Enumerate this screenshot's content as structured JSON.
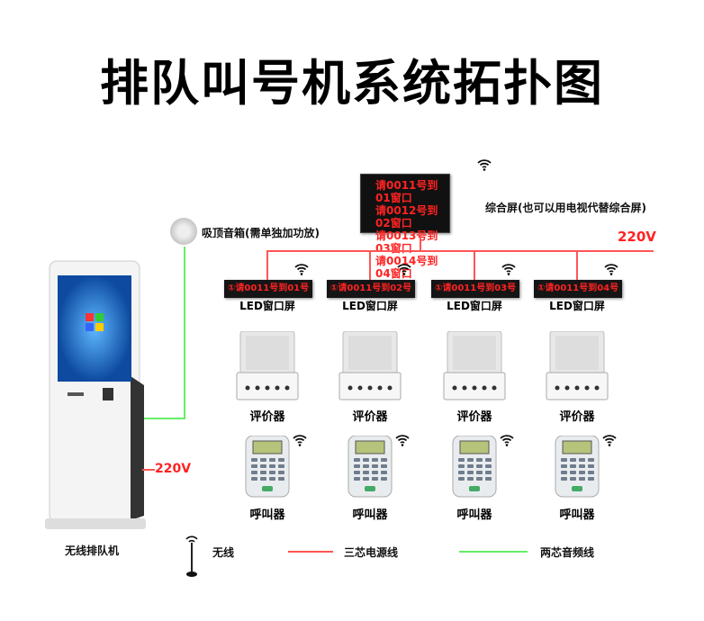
{
  "title": "排队叫号机系统拓扑图",
  "speaker_label": "吸顶音箱(需单独加功放)",
  "main_screen": {
    "lines": [
      "请0011号到01窗口",
      "请0012号到02窗口",
      "请0013号到03窗口",
      "请0014号到04窗口"
    ],
    "label": "综合屏(也可以用电视代替综合屏)"
  },
  "voltage_top": "220V",
  "voltage_kiosk": "220V",
  "windows": [
    {
      "led_text": "①请0011号到01号",
      "led_label": "LED窗口屏",
      "eval_label": "评价器",
      "caller_label": "呼叫器"
    },
    {
      "led_text": "①请0011号到02号",
      "led_label": "LED窗口屏",
      "eval_label": "评价器",
      "caller_label": "呼叫器"
    },
    {
      "led_text": "①请0011号到03号",
      "led_label": "LED窗口屏",
      "eval_label": "评价器",
      "caller_label": "呼叫器"
    },
    {
      "led_text": "①请0011号到04号",
      "led_label": "LED窗口屏",
      "eval_label": "评价器",
      "caller_label": "呼叫器"
    }
  ],
  "kiosk_label": "无线排队机",
  "legend": {
    "wireless": "无线",
    "power": "三芯电源线",
    "audio": "两芯音频线"
  },
  "colors": {
    "power": "#ff5555",
    "audio": "#66ee66",
    "led_text": "#ff2222"
  }
}
